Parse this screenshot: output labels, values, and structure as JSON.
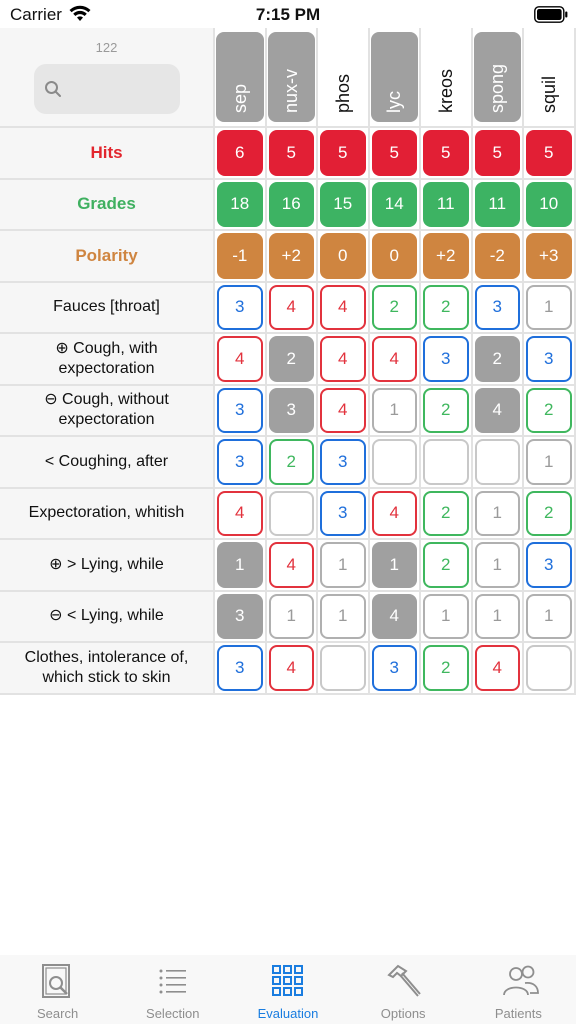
{
  "status_bar": {
    "carrier": "Carrier",
    "time": "7:15 PM"
  },
  "search": {
    "count": "122",
    "placeholder": ""
  },
  "remedies": [
    {
      "name": "sep",
      "style": "light"
    },
    {
      "name": "nux-v",
      "style": "light"
    },
    {
      "name": "phos",
      "style": "dark"
    },
    {
      "name": "lyc",
      "style": "light"
    },
    {
      "name": "kreos",
      "style": "dark"
    },
    {
      "name": "spong",
      "style": "light"
    },
    {
      "name": "squil",
      "style": "dark"
    }
  ],
  "summary_rows": [
    {
      "label": "Hits",
      "kind": "hits",
      "values": [
        "6",
        "5",
        "5",
        "5",
        "5",
        "5",
        "5"
      ]
    },
    {
      "label": "Grades",
      "kind": "grades",
      "values": [
        "18",
        "16",
        "15",
        "14",
        "11",
        "11",
        "10"
      ]
    },
    {
      "label": "Polarity",
      "kind": "polarity",
      "values": [
        "-1",
        "+2",
        "0",
        "0",
        "+2",
        "-2",
        "+3"
      ]
    }
  ],
  "symptom_rows": [
    {
      "label": "Fauces [throat]",
      "cells": [
        {
          "v": "3",
          "s": "o-blue"
        },
        {
          "v": "4",
          "s": "o-red"
        },
        {
          "v": "4",
          "s": "o-red"
        },
        {
          "v": "2",
          "s": "o-green"
        },
        {
          "v": "2",
          "s": "o-green"
        },
        {
          "v": "3",
          "s": "o-blue"
        },
        {
          "v": "1",
          "s": "o-gray"
        }
      ]
    },
    {
      "label": "⊕ Cough, with expectoration",
      "cells": [
        {
          "v": "4",
          "s": "o-red"
        },
        {
          "v": "2",
          "s": "gray"
        },
        {
          "v": "4",
          "s": "o-red"
        },
        {
          "v": "4",
          "s": "o-red"
        },
        {
          "v": "3",
          "s": "o-blue"
        },
        {
          "v": "2",
          "s": "gray"
        },
        {
          "v": "3",
          "s": "o-blue"
        }
      ]
    },
    {
      "label": "⊖ Cough, without expectoration",
      "cells": [
        {
          "v": "3",
          "s": "o-blue"
        },
        {
          "v": "3",
          "s": "gray"
        },
        {
          "v": "4",
          "s": "o-red"
        },
        {
          "v": "1",
          "s": "o-gray"
        },
        {
          "v": "2",
          "s": "o-green"
        },
        {
          "v": "4",
          "s": "gray"
        },
        {
          "v": "2",
          "s": "o-green"
        }
      ]
    },
    {
      "label": "< Coughing, after",
      "cells": [
        {
          "v": "3",
          "s": "o-blue"
        },
        {
          "v": "2",
          "s": "o-green"
        },
        {
          "v": "3",
          "s": "o-blue"
        },
        {
          "v": "",
          "s": "empty"
        },
        {
          "v": "",
          "s": "empty"
        },
        {
          "v": "",
          "s": "empty"
        },
        {
          "v": "1",
          "s": "o-gray"
        }
      ]
    },
    {
      "label": "Expectoration, whitish",
      "cells": [
        {
          "v": "4",
          "s": "o-red"
        },
        {
          "v": "",
          "s": "empty"
        },
        {
          "v": "3",
          "s": "o-blue"
        },
        {
          "v": "4",
          "s": "o-red"
        },
        {
          "v": "2",
          "s": "o-green"
        },
        {
          "v": "1",
          "s": "o-gray"
        },
        {
          "v": "2",
          "s": "o-green"
        }
      ]
    },
    {
      "label": "⊕ > Lying, while",
      "cells": [
        {
          "v": "1",
          "s": "gray"
        },
        {
          "v": "4",
          "s": "o-red"
        },
        {
          "v": "1",
          "s": "o-gray"
        },
        {
          "v": "1",
          "s": "gray"
        },
        {
          "v": "2",
          "s": "o-green"
        },
        {
          "v": "1",
          "s": "o-gray"
        },
        {
          "v": "3",
          "s": "o-blue"
        }
      ]
    },
    {
      "label": "⊖ < Lying, while",
      "cells": [
        {
          "v": "3",
          "s": "gray"
        },
        {
          "v": "1",
          "s": "o-gray"
        },
        {
          "v": "1",
          "s": "o-gray"
        },
        {
          "v": "4",
          "s": "gray"
        },
        {
          "v": "1",
          "s": "o-gray"
        },
        {
          "v": "1",
          "s": "o-gray"
        },
        {
          "v": "1",
          "s": "o-gray"
        }
      ]
    },
    {
      "label": "Clothes, intolerance of, which stick to skin",
      "cells": [
        {
          "v": "3",
          "s": "o-blue"
        },
        {
          "v": "4",
          "s": "o-red"
        },
        {
          "v": "",
          "s": "empty"
        },
        {
          "v": "3",
          "s": "o-blue"
        },
        {
          "v": "2",
          "s": "o-green"
        },
        {
          "v": "4",
          "s": "o-red"
        },
        {
          "v": "",
          "s": "empty"
        }
      ]
    }
  ],
  "tabs": [
    {
      "label": "Search",
      "icon": "book-search-icon",
      "active": false
    },
    {
      "label": "Selection",
      "icon": "list-icon",
      "active": false
    },
    {
      "label": "Evaluation",
      "icon": "grid-icon",
      "active": true
    },
    {
      "label": "Options",
      "icon": "hammer-icon",
      "active": false
    },
    {
      "label": "Patients",
      "icon": "people-icon",
      "active": false
    }
  ],
  "colors": {
    "hits": "#e21f35",
    "grades": "#3db363",
    "polarity": "#cf8540",
    "grade_blue": "#1f6fdb",
    "grade_red": "#e2323d",
    "grade_green": "#3fb75e",
    "grade_gray": "#a0a0a0",
    "tab_active": "#1a7de0"
  }
}
